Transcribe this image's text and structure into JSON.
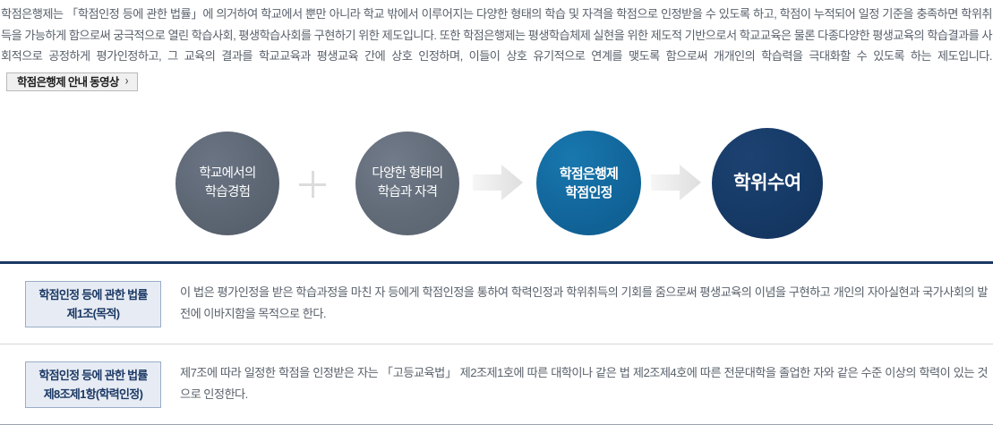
{
  "intro": {
    "paragraph": "학점은행제는 「학점인정 등에 관한 법률」에 의거하여 학교에서 뿐만 아니라 학교 밖에서 이루어지는 다양한 형태의 학습 및 자격을 학점으로 인정받을 수 있도록 하고, 학점이 누적되어 일정 기준을 충족하면 학위취득을 가능하게 함으로써 궁극적으로 열린 학습사회, 평생학습사회를 구현하기 위한 제도입니다. 또한 학점은행제는 평생학습체제 실현을 위한 제도적 기반으로서 학교교육은 물론 다종다양한 평생교육의 학습결과를 사회적으로 공정하게 평가인정하고, 그 교육의 결과를 학교교육과 평생교육 간에 상호 인정하며, 이들이 상호 유기적으로 연계를 맺도록 함으로써 개개인의 학습력을 극대화할 수 있도록 하는 제도입니다.",
    "video_button_label": "학점은행제 안내 동영상",
    "video_button_chevron": "›"
  },
  "flow": {
    "nodes": [
      {
        "label": "학교에서의\n학습경험",
        "color": "#5d6774"
      },
      {
        "label": "다양한 형태의\n학습과 자격",
        "color": "#626c79"
      },
      {
        "label": "학점은행제\n학점인정",
        "color": "#12669b"
      },
      {
        "label": "학위수여",
        "color": "#163a66"
      }
    ],
    "plus_symbol": "+",
    "connector_color": "#e4e4e4"
  },
  "laws": {
    "rows": [
      {
        "tag": "학점인정 등에 관한 법률\n제1조(목적)",
        "description": "이 법은 평가인정을 받은 학습과정을 마친 자 등에게 학점인정을 통하여 학력인정과 학위취득의 기회를 줌으로써 평생교육의 이념을 구현하고 개인의 자아실현과 국가사회의 발전에 이바지함을 목적으로 한다."
      },
      {
        "tag": "학점인정 등에 관한 법률\n제8조제1항(학력인정)",
        "description": "제7조에 따라 일정한 학점을 인정받은 자는 「고등교육법」 제2조제1호에 따른 대학이나 같은 법 제2조제4호에 따른 전문대학을 졸업한 자와 같은 수준 이상의 학력이 있는 것으로 인정한다."
      }
    ]
  },
  "theme": {
    "accent_navy": "#1b3864",
    "accent_blue": "#12669b",
    "tag_bg": "#e7ecf4",
    "tag_border": "#9aacc6",
    "body_text": "#59616b"
  }
}
